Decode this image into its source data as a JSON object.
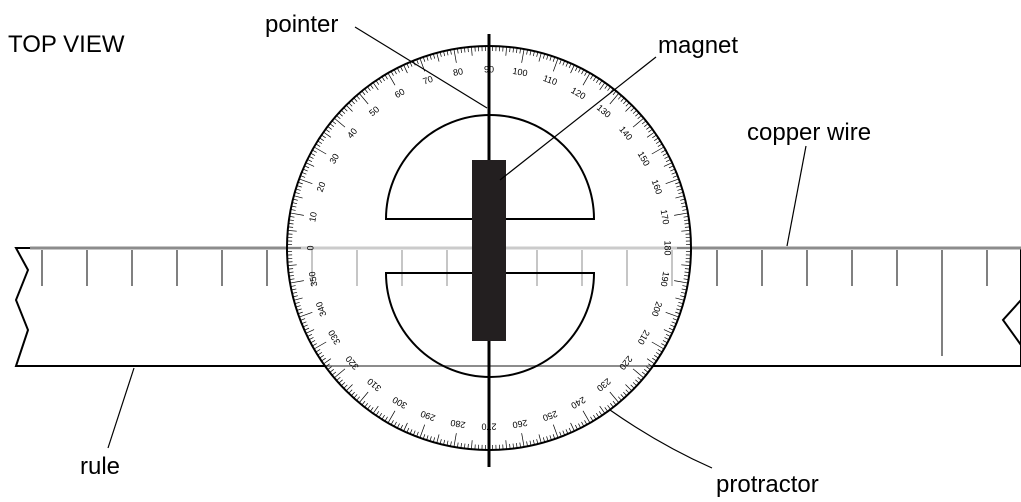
{
  "diagram": {
    "title": "TOP VIEW",
    "labels": {
      "pointer": "pointer",
      "magnet": "magnet",
      "copper_wire": "copper wire",
      "rule": "rule",
      "protractor": "protractor"
    },
    "protractor": {
      "degree_labels": [
        "0",
        "10",
        "20",
        "30",
        "40",
        "50",
        "60",
        "70",
        "80",
        "90",
        "100",
        "110",
        "120",
        "130",
        "140",
        "150",
        "160",
        "170",
        "180",
        "190",
        "200",
        "210",
        "220",
        "230",
        "240",
        "250",
        "260",
        "270",
        "280",
        "290",
        "300",
        "310",
        "320",
        "330",
        "340",
        "350"
      ]
    },
    "colors": {
      "ink": "#000000",
      "wire": "#8c8c8c",
      "magnet": "#231f20"
    }
  }
}
